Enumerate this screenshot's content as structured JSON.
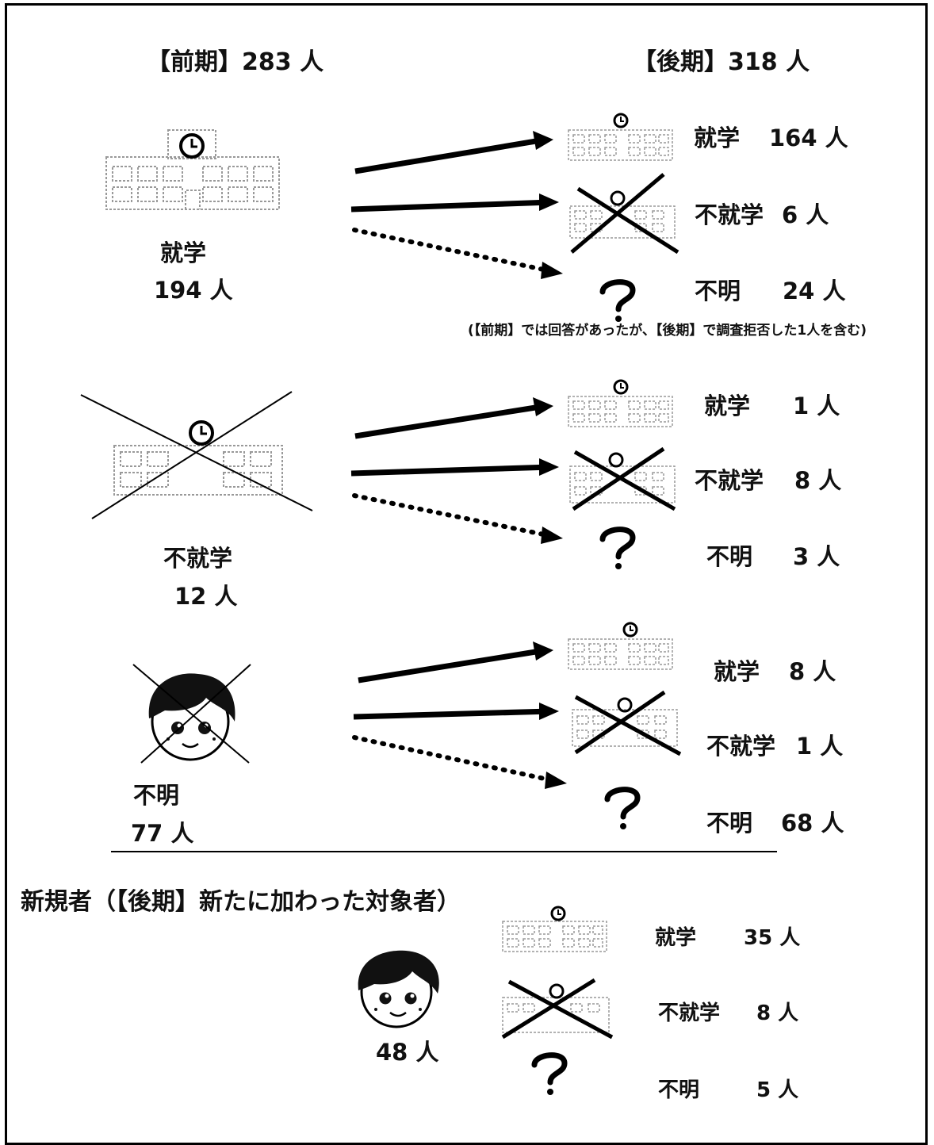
{
  "header": {
    "before": "【前期】283 人",
    "after": "【後期】318 人"
  },
  "groups": [
    {
      "source": {
        "label": "就学",
        "count": "194 人"
      },
      "outcomes": [
        {
          "label": "就学",
          "count": "164 人"
        },
        {
          "label": "不就学",
          "count": "6 人"
        },
        {
          "label": "不明",
          "count": "24 人"
        }
      ],
      "note": "(【前期】では回答があったが、【後期】で調査拒否した1人を含む)"
    },
    {
      "source": {
        "label": "不就学",
        "count": "12 人"
      },
      "outcomes": [
        {
          "label": "就学",
          "count": "1 人"
        },
        {
          "label": "不就学",
          "count": "8 人"
        },
        {
          "label": "不明",
          "count": "3 人"
        }
      ]
    },
    {
      "source": {
        "label": "不明",
        "count": "77 人"
      },
      "outcomes": [
        {
          "label": "就学",
          "count": "8 人"
        },
        {
          "label": "不就学",
          "count": "1 人"
        },
        {
          "label": "不明",
          "count": "68 人"
        }
      ]
    }
  ],
  "new_entrants": {
    "title": "新規者（【後期】新たに加わった対象者）",
    "count": "48 人",
    "outcomes": [
      {
        "label": "就学",
        "count": "35 人"
      },
      {
        "label": "不就学",
        "count": "8 人"
      },
      {
        "label": "不明",
        "count": "5 人"
      }
    ]
  },
  "icons": {
    "school": "school-building-icon",
    "no_school": "crossed-school-icon",
    "unknown": "question-mark-icon",
    "child": "child-face-icon",
    "crossed_child": "crossed-child-face-icon"
  }
}
